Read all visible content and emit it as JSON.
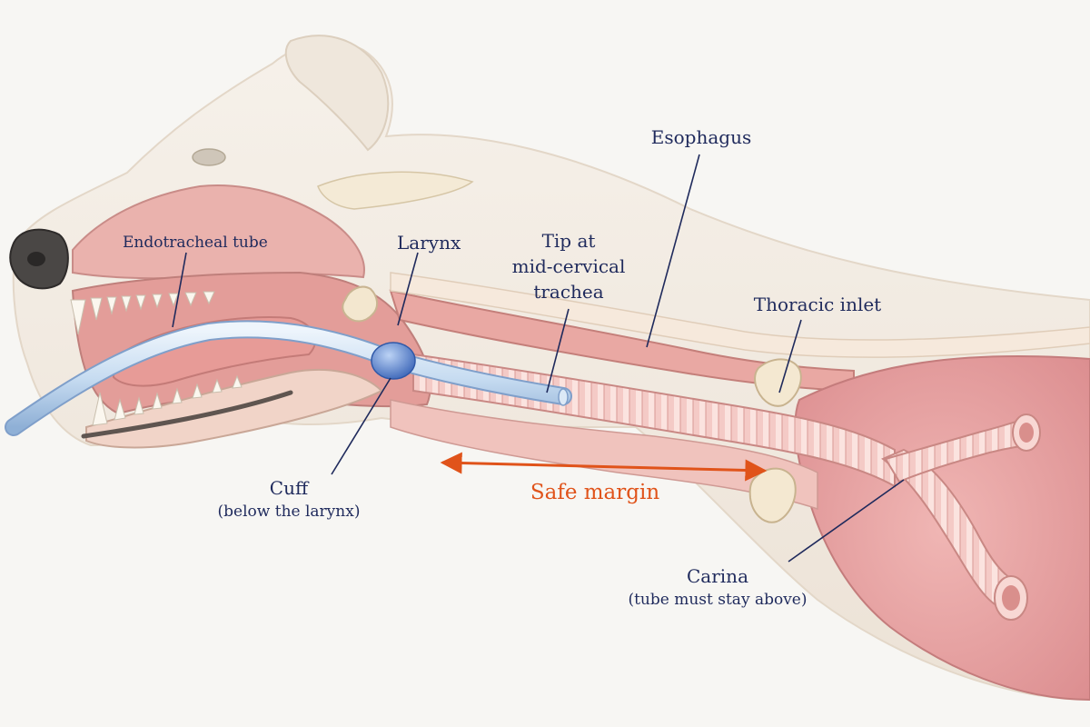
{
  "labels": {
    "endotracheal_tube": "Endotracheal tube",
    "larynx": "Larynx",
    "tip_line1": "Tip at",
    "tip_line2": "mid-cervical",
    "tip_line3": "trachea",
    "esophagus": "Esophagus",
    "thoracic_inlet": "Thoracic inlet",
    "cuff_line1": "Cuff",
    "cuff_line2": "(below the larynx)",
    "safe_margin": "Safe margin",
    "carina_line1": "Carina",
    "carina_line2": "(tube must stay above)"
  },
  "colors": {
    "label_text": "#1f2a5c",
    "safe_margin": "#e0531a",
    "tube": "#cfe0f2",
    "cuff": "#5b86d4",
    "trachea": "#f2c2bf",
    "lung": "#e8a5a5",
    "skin": "#f3ede6"
  }
}
